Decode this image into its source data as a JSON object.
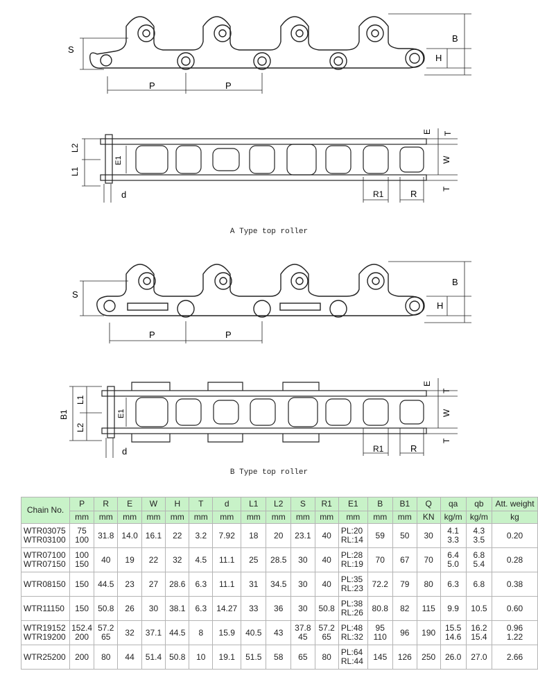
{
  "diagram_labels": {
    "a_side": {
      "S": "S",
      "P1": "P",
      "P2": "P",
      "H": "H",
      "B": "B"
    },
    "a_plan": {
      "L2": "L2",
      "L1": "L1",
      "E1": "E1",
      "d": "d",
      "R1": "R1",
      "R": "R",
      "E": "E",
      "T1": "T",
      "W": "W",
      "T2": "T"
    },
    "b_side": {
      "S": "S",
      "P1": "P",
      "P2": "P",
      "H": "H",
      "B": "B"
    },
    "b_plan": {
      "B1": "B1",
      "L1": "L1",
      "L2": "L2",
      "E1": "E1",
      "d": "d",
      "R1": "R1",
      "R": "R",
      "E": "E",
      "T1": "T",
      "W": "W",
      "T2": "T"
    }
  },
  "captions": {
    "a": "A Type top roller",
    "b": "B Type top roller"
  },
  "table": {
    "chain_no_header": "Chain No.",
    "headers": [
      "P",
      "R",
      "E",
      "W",
      "H",
      "T",
      "d",
      "L1",
      "L2",
      "S",
      "R1",
      "E1",
      "B",
      "B1",
      "Q",
      "qa",
      "qb",
      "Att. weight"
    ],
    "units": [
      "mm",
      "mm",
      "mm",
      "mm",
      "mm",
      "mm",
      "mm",
      "mm",
      "mm",
      "mm",
      "mm",
      "mm",
      "mm",
      "mm",
      "KN",
      "kg/m",
      "kg/m",
      "kg"
    ],
    "rows": [
      {
        "chain": [
          "WTR03075",
          "WTR03100"
        ],
        "P": [
          "75",
          "100"
        ],
        "R": "31.8",
        "E": "14.0",
        "W": "16.1",
        "H": "22",
        "T": "3.2",
        "d": "7.92",
        "L1": "18",
        "L2": "20",
        "S": "23.1",
        "R1": "40",
        "E1": [
          "PL:20",
          "RL:14"
        ],
        "B": "59",
        "B1": "50",
        "Q": "30",
        "qa": [
          "4.1",
          "3.3"
        ],
        "qb": [
          "4.3",
          "3.5"
        ],
        "w": "0.20"
      },
      {
        "chain": [
          "WTR07100",
          "WTR07150"
        ],
        "P": [
          "100",
          "150"
        ],
        "R": "40",
        "E": "19",
        "W": "22",
        "H": "32",
        "T": "4.5",
        "d": "11.1",
        "L1": "25",
        "L2": "28.5",
        "S": "30",
        "R1": "40",
        "E1": [
          "PL:28",
          "RL:19"
        ],
        "B": "70",
        "B1": "67",
        "Q": "70",
        "qa": [
          "6.4",
          "5.0"
        ],
        "qb": [
          "6.8",
          "5.4"
        ],
        "w": "0.28"
      },
      {
        "chain": [
          "WTR08150"
        ],
        "P": [
          "150"
        ],
        "R": "44.5",
        "E": "23",
        "W": "27",
        "H": "28.6",
        "T": "6.3",
        "d": "11.1",
        "L1": "31",
        "L2": "34.5",
        "S": "30",
        "R1": "40",
        "E1": [
          "PL:35",
          "RL:23"
        ],
        "B": "72.2",
        "B1": "79",
        "Q": "80",
        "qa": [
          "6.3"
        ],
        "qb": [
          "6.8"
        ],
        "w": "0.38"
      },
      {
        "chain": [
          "WTR11150"
        ],
        "P": [
          "150"
        ],
        "R": "50.8",
        "E": "26",
        "W": "30",
        "H": "38.1",
        "T": "6.3",
        "d": "14.27",
        "L1": "33",
        "L2": "36",
        "S": "30",
        "R1": "50.8",
        "E1": [
          "PL:38",
          "RL:26"
        ],
        "B": "80.8",
        "B1": "82",
        "Q": "115",
        "qa": [
          "9.9"
        ],
        "qb": [
          "10.5"
        ],
        "w": "0.60"
      },
      {
        "chain": [
          "WTR19152",
          "WTR19200"
        ],
        "P": [
          "152.4",
          "200"
        ],
        "R": [
          "57.2",
          "65"
        ],
        "E": "32",
        "W": "37.1",
        "H": "44.5",
        "T": "8",
        "d": "15.9",
        "L1": "40.5",
        "L2": "43",
        "S": [
          "37.8",
          "45"
        ],
        "R1": [
          "57.2",
          "65"
        ],
        "E1": [
          "PL:48",
          "RL:32"
        ],
        "B": [
          "95",
          "110"
        ],
        "B1": "96",
        "Q": "190",
        "qa": [
          "15.5",
          "14.6"
        ],
        "qb": [
          "16.2",
          "15.4"
        ],
        "w": [
          "0.96",
          "1.22"
        ]
      },
      {
        "chain": [
          "WTR25200"
        ],
        "P": [
          "200"
        ],
        "R": "80",
        "E": "44",
        "W": "51.4",
        "H": "50.8",
        "T": "10",
        "d": "19.1",
        "L1": "51.5",
        "L2": "58",
        "S": "65",
        "R1": "80",
        "E1": [
          "PL:64",
          "RL:44"
        ],
        "B": "145",
        "B1": "126",
        "Q": "250",
        "qa": [
          "26.0"
        ],
        "qb": [
          "27.0"
        ],
        "w": "2.66"
      }
    ]
  }
}
